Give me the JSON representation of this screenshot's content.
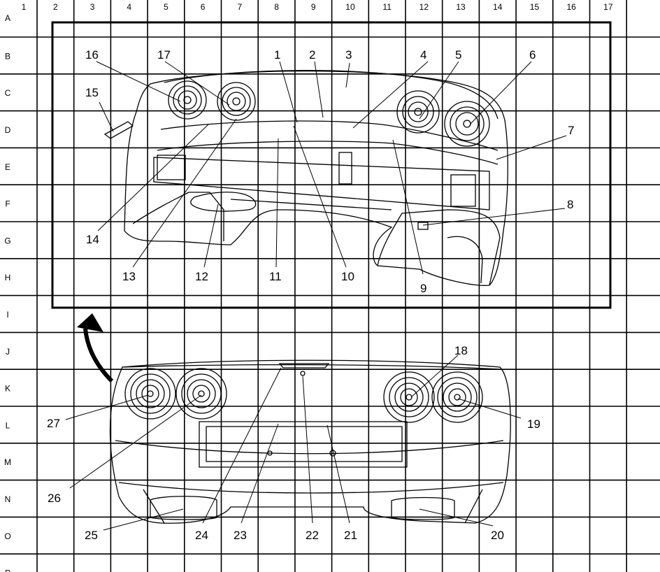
{
  "grid": {
    "columns": [
      "1",
      "2",
      "3",
      "4",
      "5",
      "6",
      "7",
      "8",
      "9",
      "10",
      "11",
      "12",
      "13",
      "14",
      "15",
      "16",
      "17"
    ],
    "rows": [
      "A",
      "B",
      "C",
      "D",
      "E",
      "F",
      "G",
      "H",
      "I",
      "J",
      "K",
      "L",
      "M",
      "N",
      "O",
      "P"
    ]
  },
  "callouts_top": [
    {
      "number": "1",
      "target": "fascia-upper-fastener"
    },
    {
      "number": "2",
      "target": "fascia-upper-clip"
    },
    {
      "number": "3",
      "target": "fascia-upper-edge"
    },
    {
      "number": "4",
      "target": "fascia-upper-bracket"
    },
    {
      "number": "5",
      "target": "rh-inner-lamp"
    },
    {
      "number": "6",
      "target": "rh-outer-lamp"
    },
    {
      "number": "7",
      "target": "rh-side-fastener"
    },
    {
      "number": "8",
      "target": "rh-lower-connector"
    },
    {
      "number": "9",
      "target": "rh-fascia-bracket"
    },
    {
      "number": "10",
      "target": "center-retainer"
    },
    {
      "number": "11",
      "target": "center-bracket"
    },
    {
      "number": "12",
      "target": "lh-exhaust-opening"
    },
    {
      "number": "13",
      "target": "lh-lower-edge"
    },
    {
      "number": "14",
      "target": "lh-side-bracket"
    },
    {
      "number": "15",
      "target": "lh-side-marker"
    },
    {
      "number": "16",
      "target": "lh-outer-lamp"
    },
    {
      "number": "17",
      "target": "lh-inner-lamp"
    }
  ],
  "callouts_bottom": [
    {
      "number": "18",
      "target": "rh-inner-lamp"
    },
    {
      "number": "19",
      "target": "rh-outer-lamp"
    },
    {
      "number": "20",
      "target": "rh-exhaust-tip"
    },
    {
      "number": "21",
      "target": "license-fastener"
    },
    {
      "number": "22",
      "target": "license-lamp"
    },
    {
      "number": "23",
      "target": "license-pocket-edge"
    },
    {
      "number": "24",
      "target": "upper-center-emblem"
    },
    {
      "number": "25",
      "target": "lh-exhaust-tip"
    },
    {
      "number": "26",
      "target": "lh-inner-lamp"
    },
    {
      "number": "27",
      "target": "lh-outer-lamp"
    }
  ]
}
